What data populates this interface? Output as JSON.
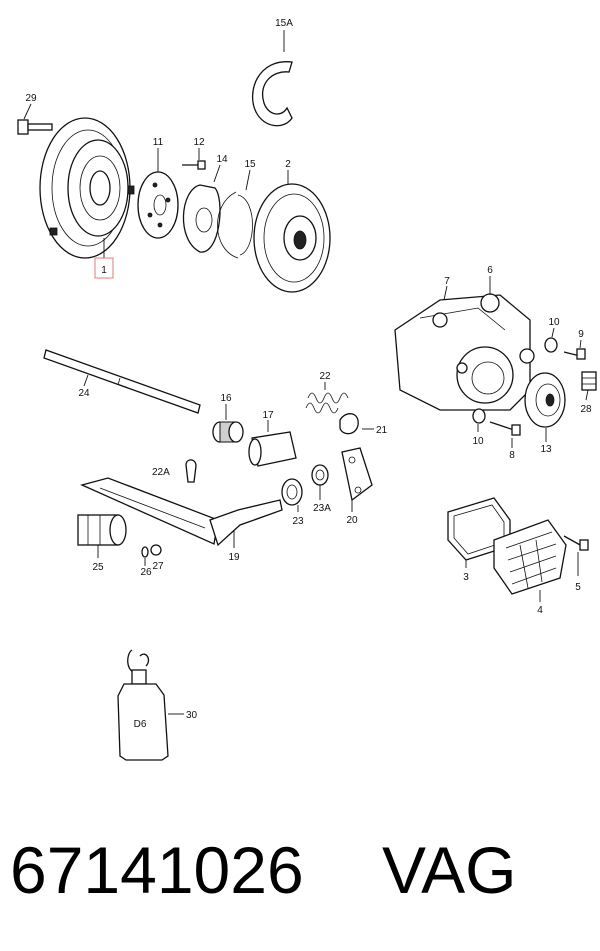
{
  "diagram": {
    "callouts": [
      "15A",
      "29",
      "11",
      "12",
      "14",
      "15",
      "2",
      "1",
      "6",
      "7",
      "10",
      "9",
      "24",
      "22",
      "16",
      "17",
      "21",
      "28",
      "10",
      "8",
      "13",
      "22A",
      "23",
      "23A",
      "20",
      "25",
      "26",
      "27",
      "19",
      "3",
      "5",
      "4",
      "30"
    ],
    "bottle_text": "D6",
    "highlight_color": "#e07b7b"
  },
  "footer": {
    "part_number": "67141026",
    "brand": "VAG"
  }
}
